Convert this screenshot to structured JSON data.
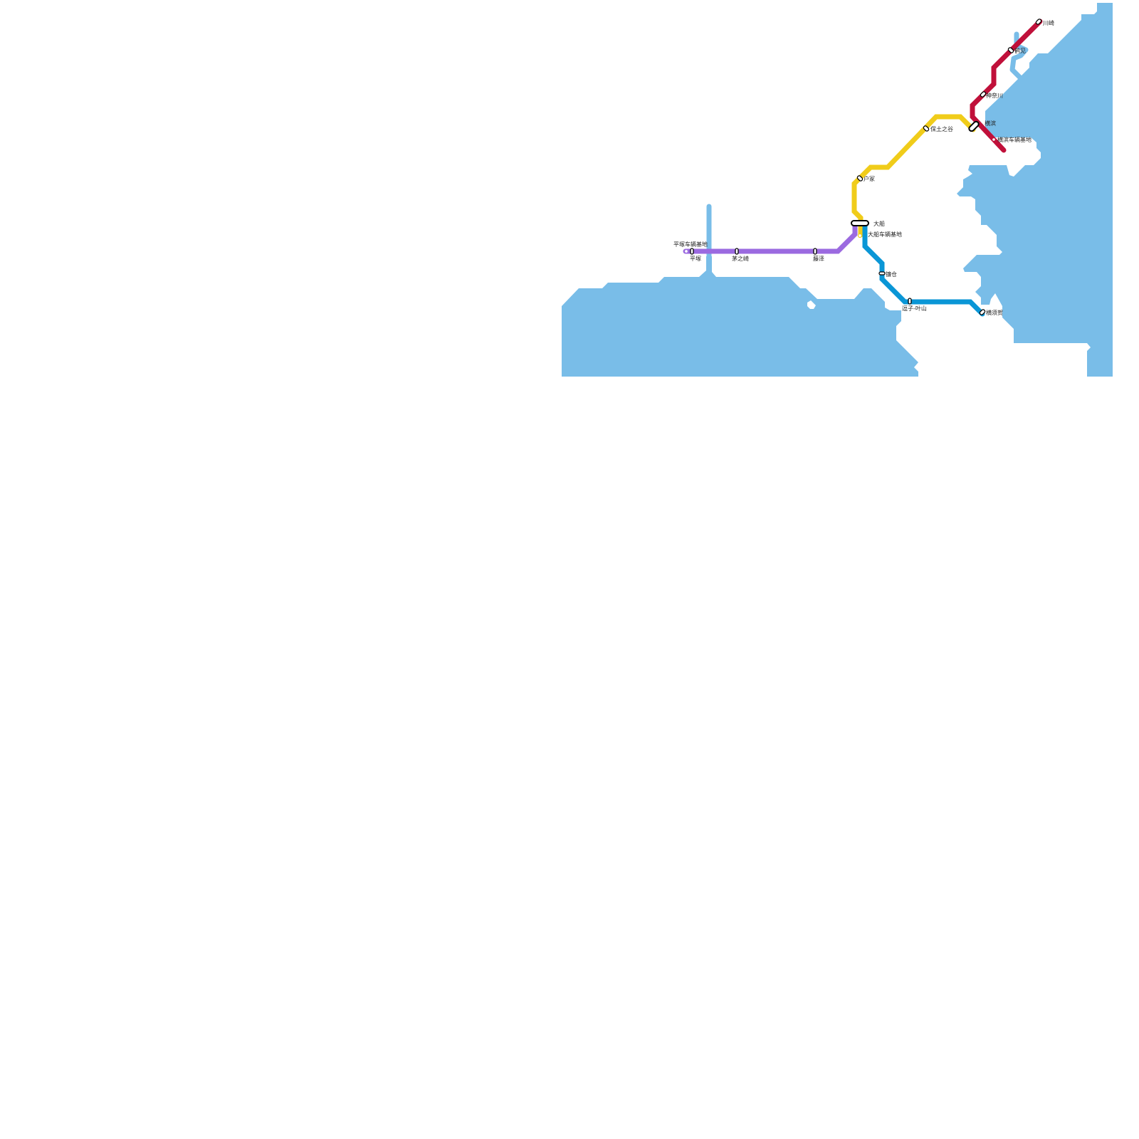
{
  "colors": {
    "sea": "#79bde8",
    "tokaido_line": "#c0103a",
    "yokohama_line": "#f0cc1a",
    "shonan_line": "#9b6ae0",
    "yokosuka_line": "#0a96d6",
    "background": "#ffffff"
  },
  "lines": [
    {
      "id": "red",
      "name": "red-line",
      "color": "#c0103a"
    },
    {
      "id": "yellow",
      "name": "yellow-line",
      "color": "#f0cc1a"
    },
    {
      "id": "purple",
      "name": "purple-line",
      "color": "#9b6ae0"
    },
    {
      "id": "blue",
      "name": "blue-line",
      "color": "#0a96d6"
    }
  ],
  "stations": {
    "kawasaki": "川崎",
    "tsurumi": "鹤见",
    "kanagawa": "神奈川",
    "yokohama": "横滨",
    "yokohama_depot": "横滨车辆基地",
    "hodogaya": "保土之谷",
    "totsuka": "户冢",
    "ofuna": "大船",
    "ofuna_depot": "大船车辆基地",
    "kamakura": "镰仓",
    "zushi_hayama": "逗子-叶山",
    "yokosuka": "横须贺",
    "fujisawa": "藤泽",
    "chigasaki": "茅之崎",
    "hiratsuka": "平塚",
    "hiratsuka_depot": "平塚车辆基地"
  }
}
